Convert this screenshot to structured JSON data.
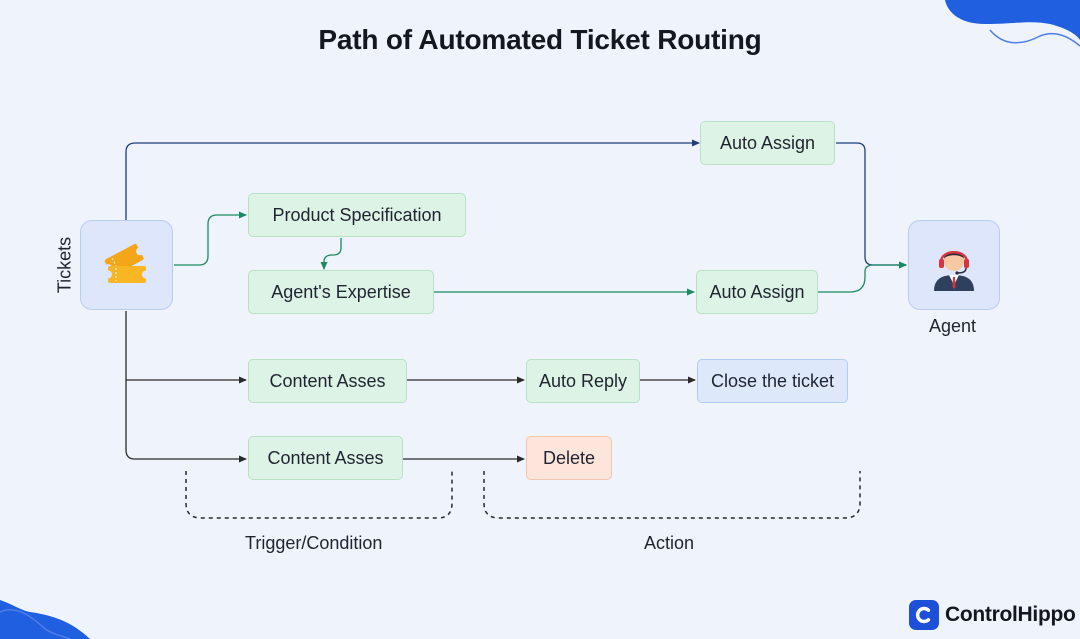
{
  "title": "Path of Automated Ticket Routing",
  "source_label": "Tickets",
  "target_label": "Agent",
  "nodes": {
    "auto_assign_top": "Auto Assign",
    "product_spec": "Product Specification",
    "agent_expertise": "Agent's Expertise",
    "auto_assign_mid": "Auto Assign",
    "content_asses_1": "Content Asses",
    "auto_reply": "Auto Reply",
    "close_ticket": "Close the ticket",
    "content_asses_2": "Content Asses",
    "delete": "Delete"
  },
  "groups": {
    "trigger": "Trigger/Condition",
    "action": "Action"
  },
  "brand": {
    "name": "ControlHippo"
  },
  "icons": {
    "source": "ticket-icon",
    "target": "agent-headset-icon",
    "brand": "controlhippo-logo-icon"
  },
  "colors": {
    "background": "#eef3fc",
    "green_node": "#ddf3e5",
    "blue_node": "#dde9fb",
    "peach_node": "#fde5dc",
    "navy_line": "#1d3e7a",
    "green_line": "#1a8a63",
    "dark_line": "#2a2a2a",
    "brand_blue": "#1e4fd8"
  }
}
